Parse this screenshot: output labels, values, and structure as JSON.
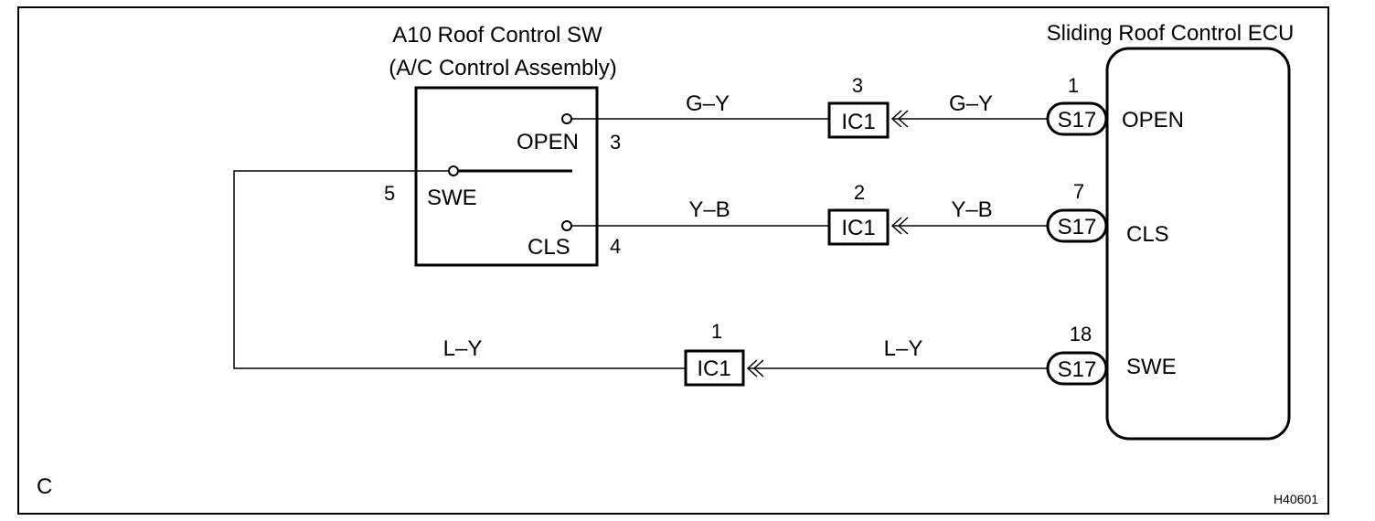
{
  "diagram": {
    "corner_letter": "C",
    "figure_id": "H40601",
    "switch": {
      "title_line1": "A10 Roof Control SW",
      "title_line2": "(A/C Control Assembly)",
      "terminals": {
        "open": {
          "label": "OPEN",
          "pin": "3"
        },
        "cls": {
          "label": "CLS",
          "pin": "4"
        },
        "swe": {
          "label": "SWE",
          "pin": "5"
        }
      }
    },
    "ecu": {
      "title": "Sliding Roof Control ECU",
      "terminals": {
        "open": {
          "label": "OPEN",
          "pin": "1",
          "connector": "S17"
        },
        "cls": {
          "label": "CLS",
          "pin": "7",
          "connector": "S17"
        },
        "swe": {
          "label": "SWE",
          "pin": "18",
          "connector": "S17"
        }
      }
    },
    "wires": {
      "open": {
        "color_left": "G–Y",
        "color_right": "G–Y",
        "junction": "IC1",
        "junction_pin": "3"
      },
      "cls": {
        "color_left": "Y–B",
        "color_right": "Y–B",
        "junction": "IC1",
        "junction_pin": "2"
      },
      "swe": {
        "color_left": "L–Y",
        "color_right": "L–Y",
        "junction": "IC1",
        "junction_pin": "1"
      }
    }
  }
}
